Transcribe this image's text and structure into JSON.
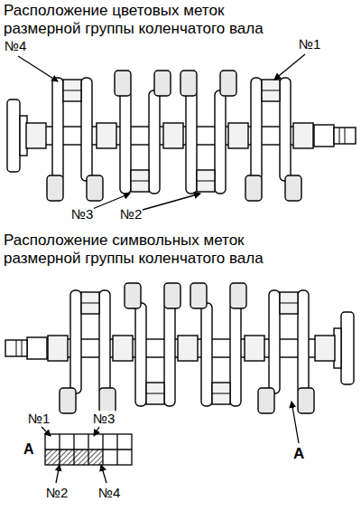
{
  "diagram": {
    "title": "Расположение цветовых меток размерной группы коленчатого вала",
    "labels": [
      "Расположение символьных меток размерной группы коленчатого вала",
      "№4",
      "№1",
      "№3",
      "№2",
      "A",
      "A",
      "№1",
      "№3",
      "№2",
      "№4"
    ]
  }
}
